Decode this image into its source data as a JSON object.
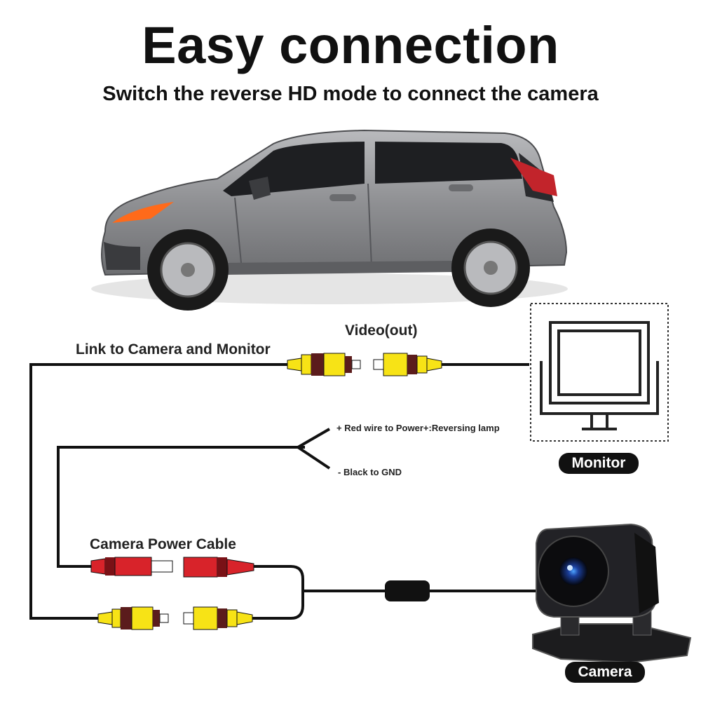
{
  "header": {
    "title": "Easy connection",
    "subtitle": "Switch the reverse HD mode to connect the camera"
  },
  "labels": {
    "video_out": "Video(out)",
    "link": "Link to Camera and Monitor",
    "red_wire": "+ Red wire to Power+:Reversing lamp",
    "black_wire": "- Black to GND",
    "power_cable": "Camera Power Cable"
  },
  "badges": {
    "monitor": "Monitor",
    "camera": "Camera"
  },
  "colors": {
    "car_body": "#8c8d90",
    "rca_yellow": "#f7e316",
    "rca_red": "#d8232a",
    "wire": "#111111"
  }
}
